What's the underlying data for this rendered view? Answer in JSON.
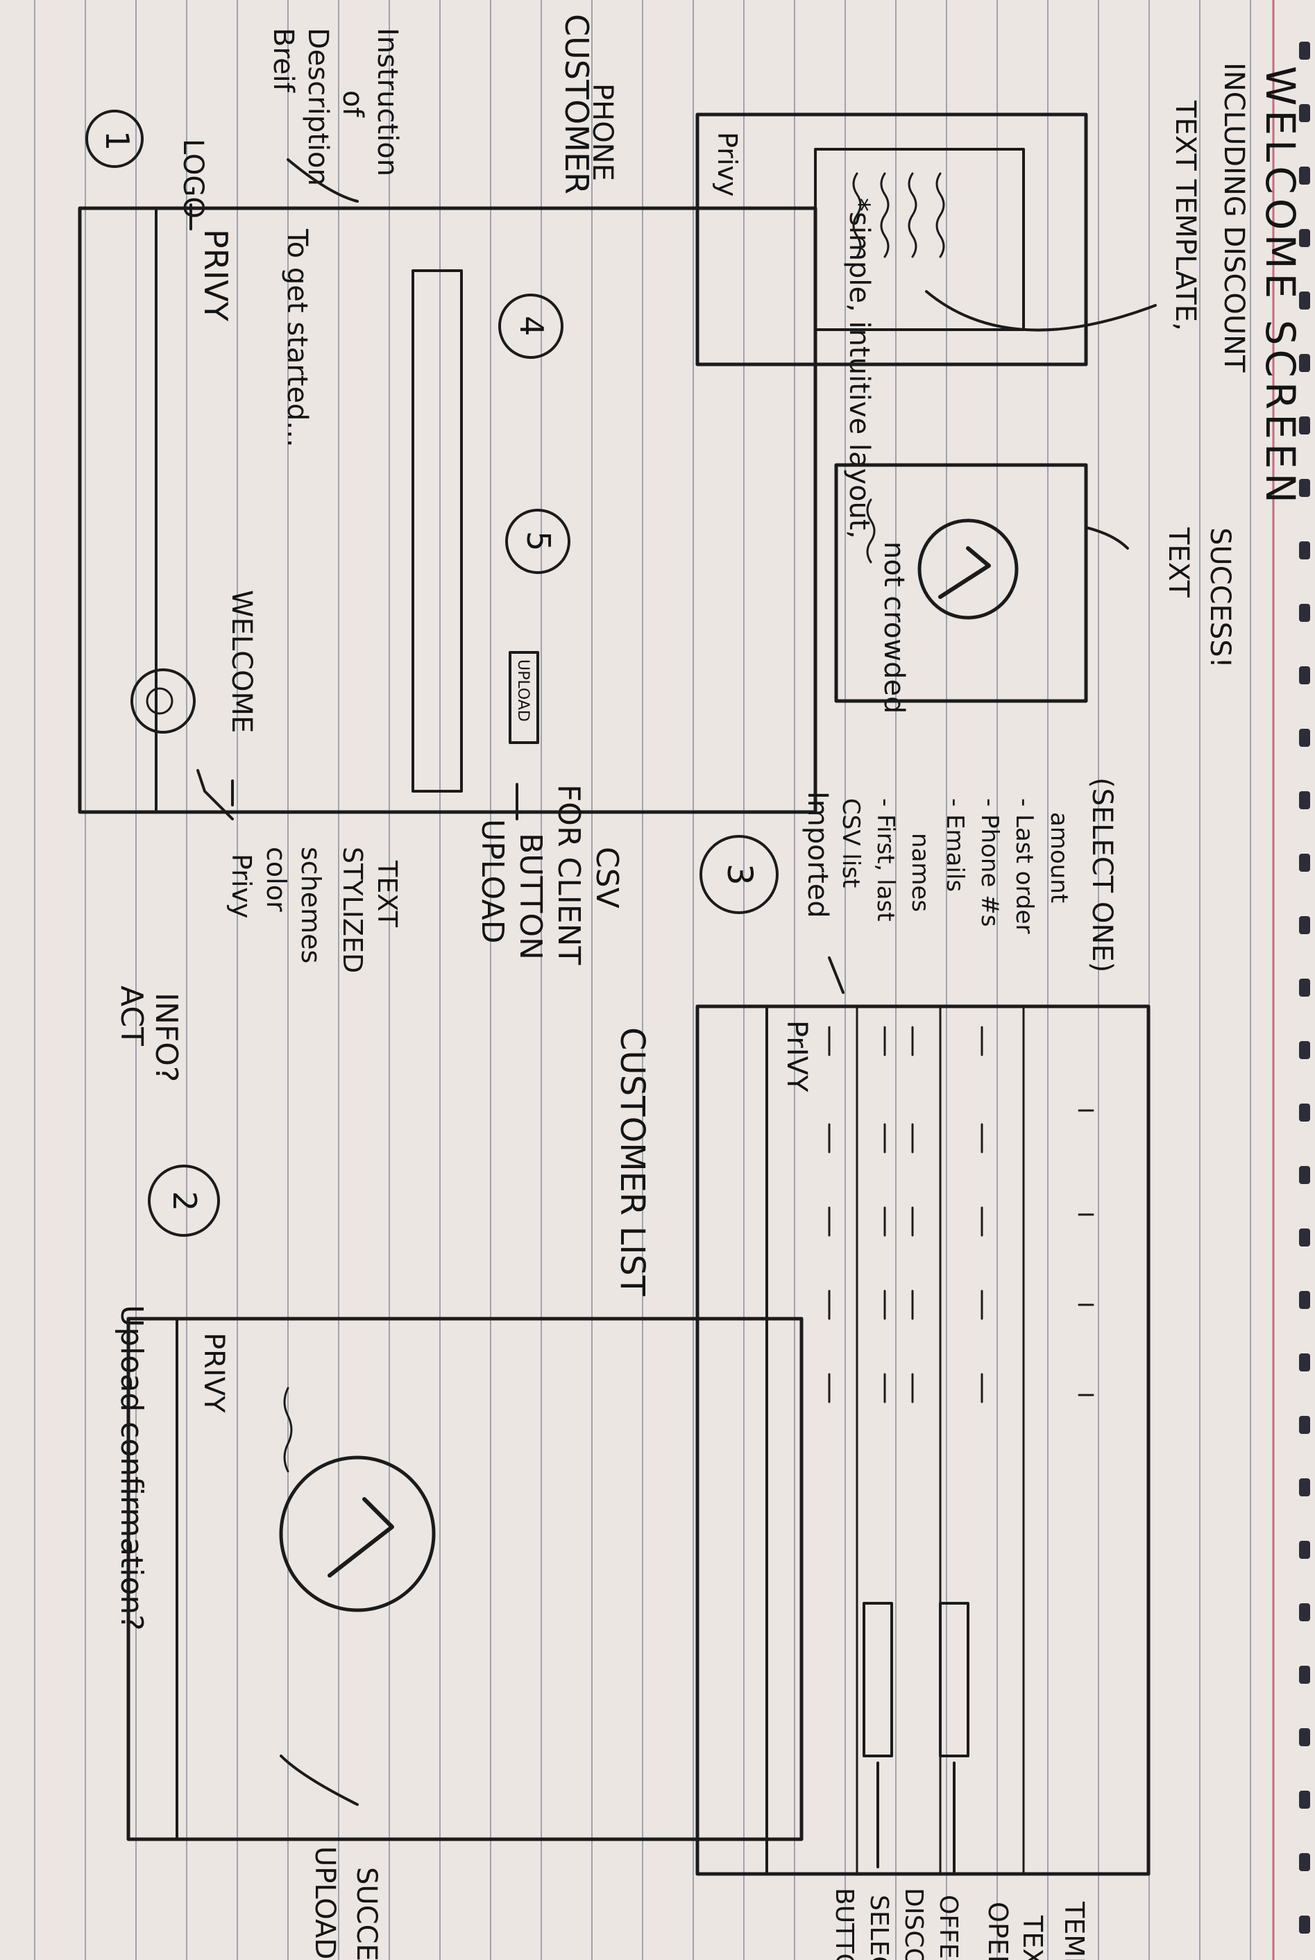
{
  "page": {
    "title": "WELCOME SCREEN",
    "note_simple": "*simple, intuitive layout,",
    "note_not_crowded": "not crowded"
  },
  "frame1": {
    "number": "1",
    "logo_label": "LOGO",
    "logo_text": "PRIVY",
    "brief_label": [
      "Breif",
      "Description",
      "of",
      "Instruction"
    ],
    "get_started": "To get started...",
    "welcome": "WELCOME",
    "upload_button": "UPLOAD",
    "annot_color_line1": "Privy",
    "annot_color_line2": "color",
    "annot_color_line3": "schemes",
    "annot_stylized_line1": "STYLIZED",
    "annot_stylized_line2": "TEXT",
    "annot_upload_line1": "UPLOAD",
    "annot_upload_line2": "BUTTON",
    "annot_upload_line3": "FOR CLIENT",
    "annot_upload_line4": "CSV"
  },
  "frame2": {
    "number": "2",
    "question_line1": "ACT",
    "question_line2": "INFO?",
    "title": "Upload confirmation?",
    "logo_text": "PRIVY",
    "annot_success_line1": "UPLOAD",
    "annot_success_line2": "SUCCESS"
  },
  "frame3": {
    "number": "3",
    "title": "CUSTOMER LIST",
    "logo_text": "PrIVY",
    "notes": [
      "Imported",
      "CSV list",
      "- First, last",
      "names",
      "- Emails",
      "- Phone #s",
      "- Last order",
      "amount",
      "(SELECT ONE)"
    ],
    "annot_button_line1": "BUTTON,",
    "annot_button_line2": "SELECT",
    "annot_button_line3": "DISCOUNT",
    "annot_button_line4": "OFFER",
    "annot_open_line1": "OPEN",
    "annot_open_line2": "TEXT",
    "annot_open_line3": "TEMPLATE"
  },
  "frame4": {
    "number": "4",
    "side_label_line1": "CUSTOMER",
    "side_label_line2": "PHONE",
    "logo_text": "Privy",
    "caption_line1": "TEXT TEMPLATE,",
    "caption_line2": "INCLUDING DISCOUNT"
  },
  "frame5": {
    "number": "5",
    "caption_line1": "TEXT",
    "caption_line2": "SUCCESS!"
  },
  "colors": {
    "paper": "#ece6e3",
    "rule": "#9fa3ad",
    "margin_rule": "#c56d7a",
    "ink": "#1b1b1b",
    "spiral": "#2d2d38"
  }
}
